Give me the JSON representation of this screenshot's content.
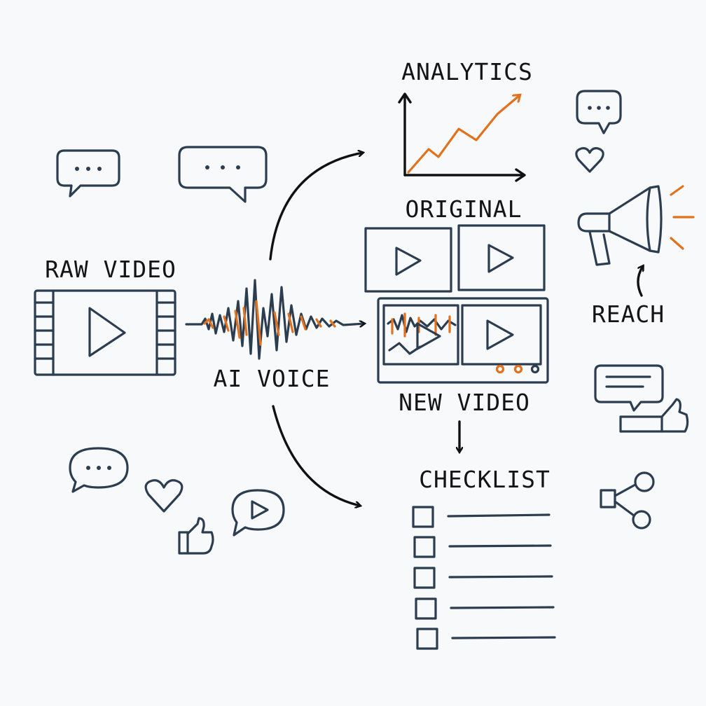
{
  "colors": {
    "ink": "#2c3d50",
    "accent": "#e2711d",
    "background": "#f8f9fb"
  },
  "labels": {
    "analytics": "ANALYTICS",
    "original": "ORIGINAL",
    "raw_video": "RAW VIDEO",
    "ai_voice": "AI VOICE",
    "new_video": "NEW VIDEO",
    "checklist": "CHECKLIST",
    "reach": "REACH"
  },
  "icons": [
    "chat-bubble-icon",
    "heart-icon",
    "megaphone-icon",
    "film-strip-icon",
    "waveform-icon",
    "play-icon",
    "thumbs-up-icon",
    "share-icon",
    "checkbox-icon",
    "line-chart-icon"
  ],
  "checklist_items": 5
}
